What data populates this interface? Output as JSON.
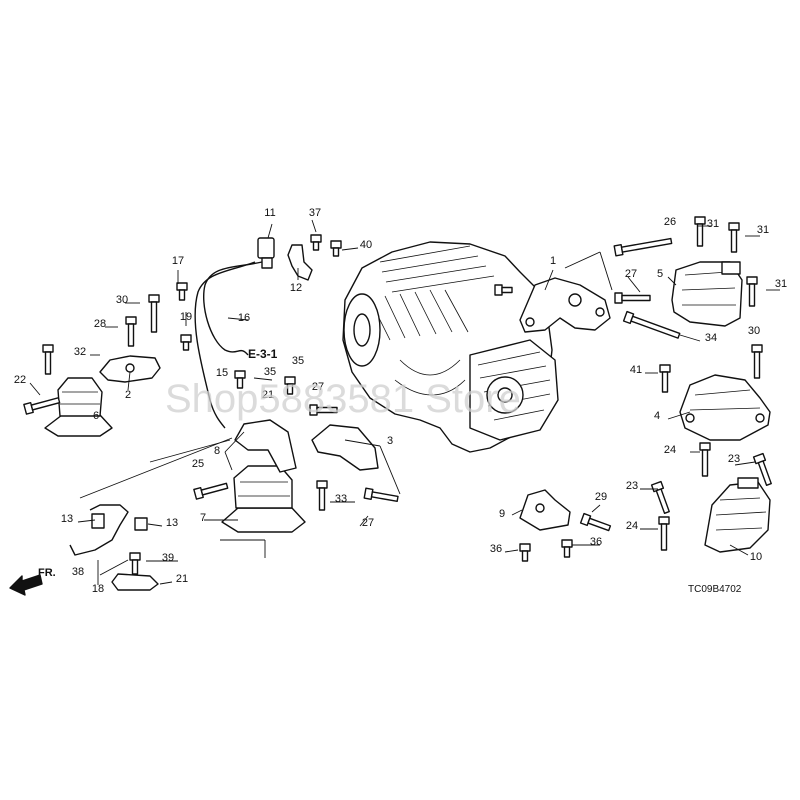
{
  "watermark": "Shop5883581 Store",
  "diagram_code": "TC09B4702",
  "reference_label": "E-3-1",
  "front_arrow_label": "FR.",
  "callouts": [
    {
      "id": "c1",
      "label": "1"
    },
    {
      "id": "c2",
      "label": "2"
    },
    {
      "id": "c3",
      "label": "3"
    },
    {
      "id": "c4",
      "label": "4"
    },
    {
      "id": "c5",
      "label": "5"
    },
    {
      "id": "c6",
      "label": "6"
    },
    {
      "id": "c7",
      "label": "7"
    },
    {
      "id": "c8",
      "label": "8"
    },
    {
      "id": "c9",
      "label": "9"
    },
    {
      "id": "c10",
      "label": "10"
    },
    {
      "id": "c11",
      "label": "11"
    },
    {
      "id": "c12",
      "label": "12"
    },
    {
      "id": "c13a",
      "label": "13"
    },
    {
      "id": "c13b",
      "label": "13"
    },
    {
      "id": "c15",
      "label": "15"
    },
    {
      "id": "c16",
      "label": "16"
    },
    {
      "id": "c17",
      "label": "17"
    },
    {
      "id": "c18",
      "label": "18"
    },
    {
      "id": "c19",
      "label": "19"
    },
    {
      "id": "c21a",
      "label": "21"
    },
    {
      "id": "c21b",
      "label": "21"
    },
    {
      "id": "c22",
      "label": "22"
    },
    {
      "id": "c23a",
      "label": "23"
    },
    {
      "id": "c23b",
      "label": "23"
    },
    {
      "id": "c24a",
      "label": "24"
    },
    {
      "id": "c24b",
      "label": "24"
    },
    {
      "id": "c25",
      "label": "25"
    },
    {
      "id": "c26",
      "label": "26"
    },
    {
      "id": "c27a",
      "label": "27"
    },
    {
      "id": "c27b",
      "label": "27"
    },
    {
      "id": "c27c",
      "label": "27"
    },
    {
      "id": "c28",
      "label": "28"
    },
    {
      "id": "c29",
      "label": "29"
    },
    {
      "id": "c30a",
      "label": "30"
    },
    {
      "id": "c30b",
      "label": "30"
    },
    {
      "id": "c31a",
      "label": "31"
    },
    {
      "id": "c31b",
      "label": "31"
    },
    {
      "id": "c31c",
      "label": "31"
    },
    {
      "id": "c32",
      "label": "32"
    },
    {
      "id": "c33",
      "label": "33"
    },
    {
      "id": "c34",
      "label": "34"
    },
    {
      "id": "c35a",
      "label": "35"
    },
    {
      "id": "c35b",
      "label": "35"
    },
    {
      "id": "c36a",
      "label": "36"
    },
    {
      "id": "c36b",
      "label": "36"
    },
    {
      "id": "c37",
      "label": "37"
    },
    {
      "id": "c38",
      "label": "38"
    },
    {
      "id": "c39",
      "label": "39"
    },
    {
      "id": "c40",
      "label": "40"
    },
    {
      "id": "c41",
      "label": "41"
    }
  ]
}
